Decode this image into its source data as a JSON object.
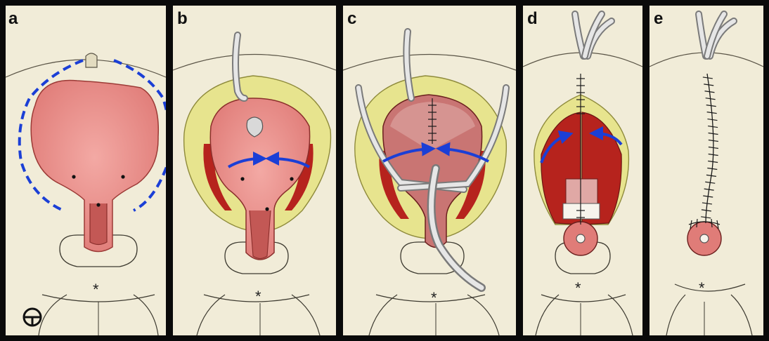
{
  "figure": {
    "panels": [
      {
        "letter": "a"
      },
      {
        "letter": "b"
      },
      {
        "letter": "c"
      },
      {
        "letter": "d"
      },
      {
        "letter": "e"
      }
    ],
    "logo_icon": "publisher-logo-icon"
  },
  "colors": {
    "frame": "#0a0a0a",
    "skin": "#f1ecd8",
    "skin_outline": "#5a5446",
    "mucosa": "#e98a86",
    "mucosa_dark": "#c35855",
    "muscle": "#b6231d",
    "fat": "#e7e48e",
    "fat_outline": "#8e8a3b",
    "arrow_blue": "#1b3fd6",
    "tube": "#d0d0d0",
    "suture": "#1a1a1a"
  }
}
